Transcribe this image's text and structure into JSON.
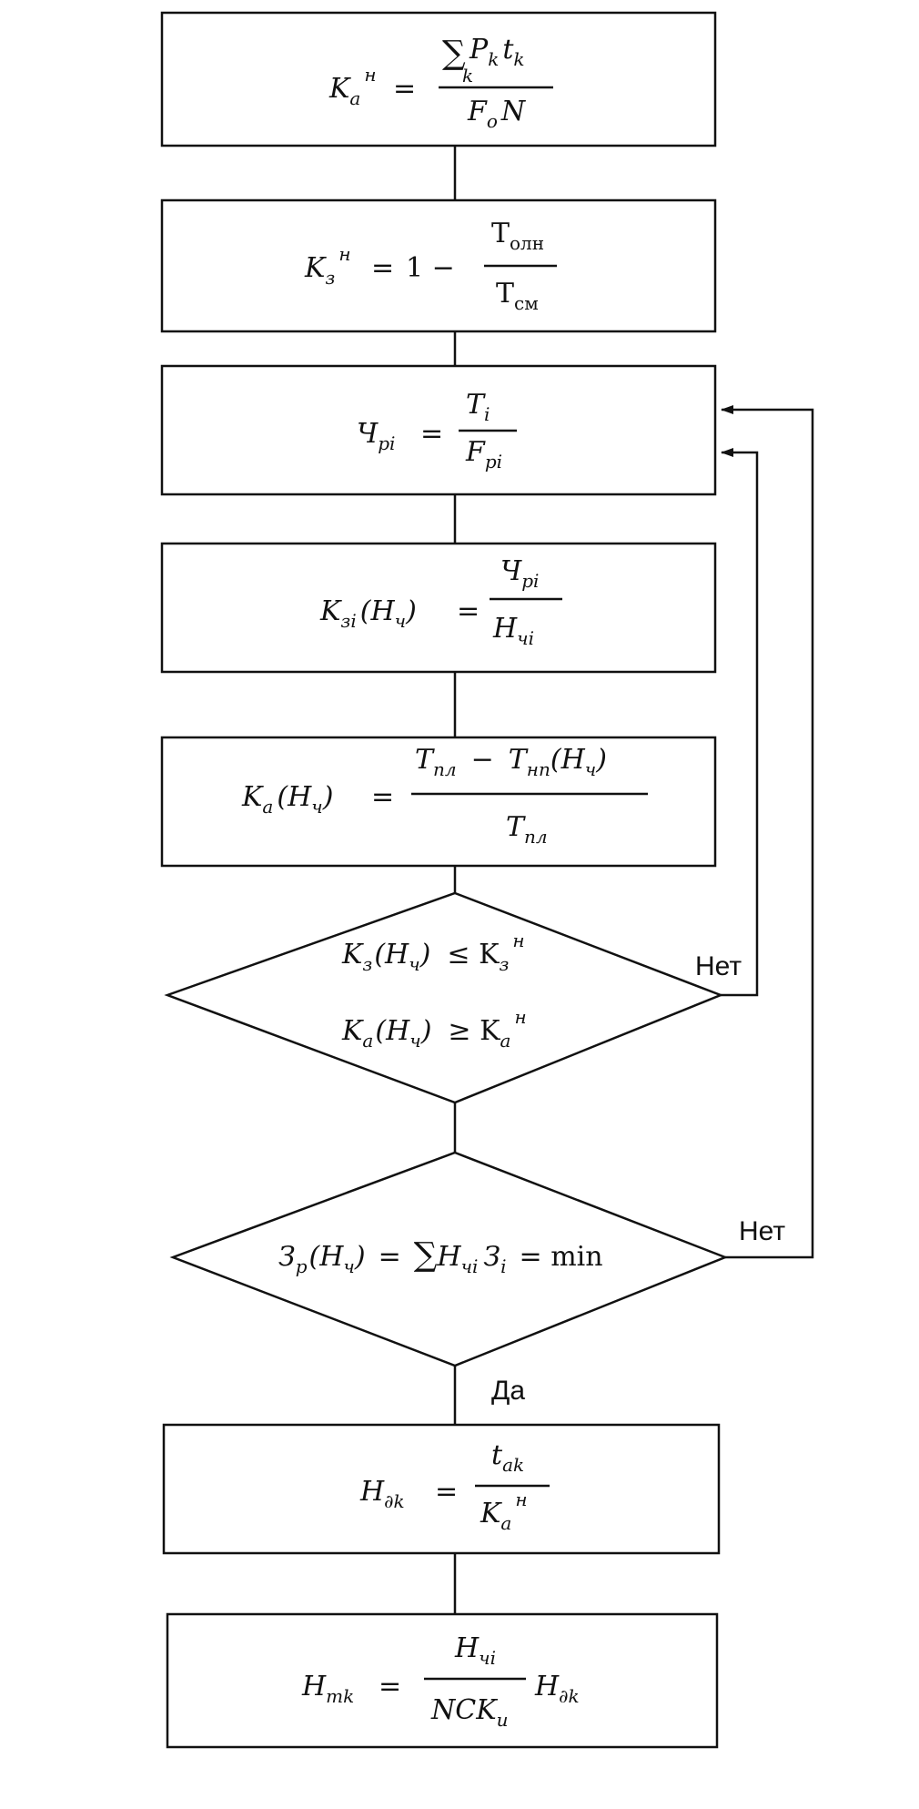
{
  "labels": {
    "no1": "Нет",
    "no2": "Нет",
    "yes": "Да"
  },
  "f1": {
    "lhs_main": "K",
    "lhs_sub": "a",
    "lhs_sup": "н",
    "eq": "=",
    "sum": "∑",
    "sum_sub": "k",
    "num_a": "P",
    "num_a_sub": "k",
    "num_b": "t",
    "num_b_sub": "k",
    "den_a": "F",
    "den_a_sub": "o",
    "den_b": "N"
  },
  "f2": {
    "lhs_main": "K",
    "lhs_sub": "з",
    "lhs_sup": "н",
    "eq": "=",
    "one_minus": "1 −",
    "num": "T",
    "num_sub": "олн",
    "den": "T",
    "den_sub": "см"
  },
  "f3": {
    "lhs_main": "Ч",
    "lhs_sub": "pi",
    "eq": "=",
    "num": "T",
    "num_sub": "i",
    "den": "F",
    "den_sub": "pi"
  },
  "f4": {
    "lhs_main": "K",
    "lhs_sub": "зi",
    "lhs_arg": "(H",
    "lhs_arg_sub": "ч",
    "lhs_close": ")",
    "eq": "=",
    "num": "Ч",
    "num_sub": "pi",
    "den": "H",
    "den_sub": "чi"
  },
  "f5": {
    "lhs_main": "K",
    "lhs_sub": "a",
    "lhs_arg": "(H",
    "lhs_arg_sub": "ч",
    "lhs_close": ")",
    "eq": "=",
    "num_a": "T",
    "num_a_sub": "пл",
    "minus": "−",
    "num_b": "T",
    "num_b_sub": "нп",
    "num_b_arg": "(H",
    "num_b_arg_sub": "ч",
    "num_b_close": ")",
    "den": "T",
    "den_sub": "пл"
  },
  "d1": {
    "r1": {
      "a": "K",
      "a_sub": "з",
      "arg": "(H",
      "arg_sub": "ч",
      "close": ")",
      "op": "≤ K",
      "b_sub": "з",
      "b_sup": "н"
    },
    "r2": {
      "a": "K",
      "a_sub": "a",
      "arg": "(H",
      "arg_sub": "ч",
      "close": ")",
      "op": "≥ K",
      "b_sub": "a",
      "b_sup": "н"
    }
  },
  "d2": {
    "a": "З",
    "a_sub": "p",
    "arg": "(H",
    "arg_sub": "ч",
    "close": ")",
    "eq": "=",
    "sum": "∑",
    "h": "H",
    "h_sub": "чi",
    "z": "З",
    "z_sub": "i",
    "rest": "= min"
  },
  "f6": {
    "lhs_main": "H",
    "lhs_sub": "∂k",
    "eq": "=",
    "num": "t",
    "num_sub": "ak",
    "den": "K",
    "den_sub": "a",
    "den_sup": "н"
  },
  "f7": {
    "lhs_main": "H",
    "lhs_sub": "mk",
    "eq": "=",
    "num": "H",
    "num_sub": "чi",
    "den": "NCK",
    "den_sub": "u",
    "tail": "H",
    "tail_sub": "∂k"
  }
}
